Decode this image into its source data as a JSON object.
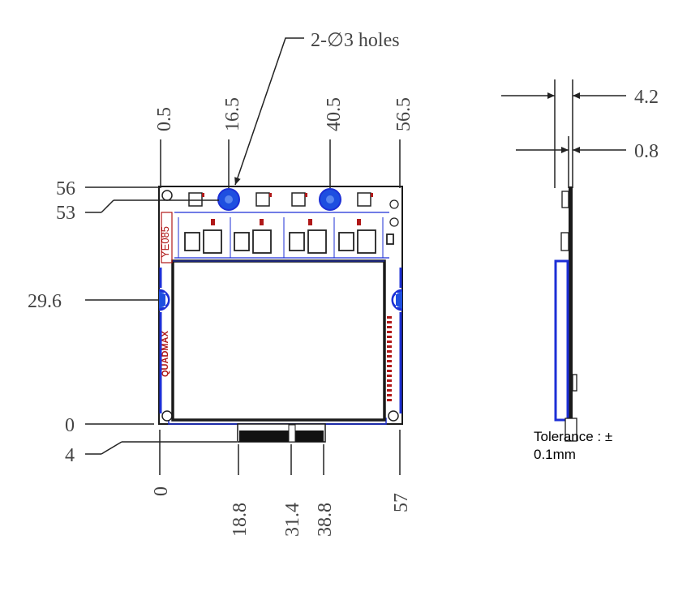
{
  "callout": {
    "label": "2-∅3 holes"
  },
  "top_dims": [
    "0.5",
    "16.5",
    "40.5",
    "56.5"
  ],
  "left_dims": [
    "56",
    "53",
    "29.6",
    "0",
    "4"
  ],
  "bottom_dims": [
    "0",
    "18.8",
    "31.4",
    "38.8",
    "57"
  ],
  "side_dims": [
    "4.2",
    "0.8"
  ],
  "silk": {
    "model": "YE085",
    "brand": "QUADMAX"
  },
  "note": {
    "line1": "Tolerance : ±",
    "line2": "0.1mm"
  },
  "colors": {
    "board_edge": "#1a1a1a",
    "trace": "#1c2fd6",
    "hole_fill": "#1e4fe0",
    "silkscreen": "#b01818"
  }
}
